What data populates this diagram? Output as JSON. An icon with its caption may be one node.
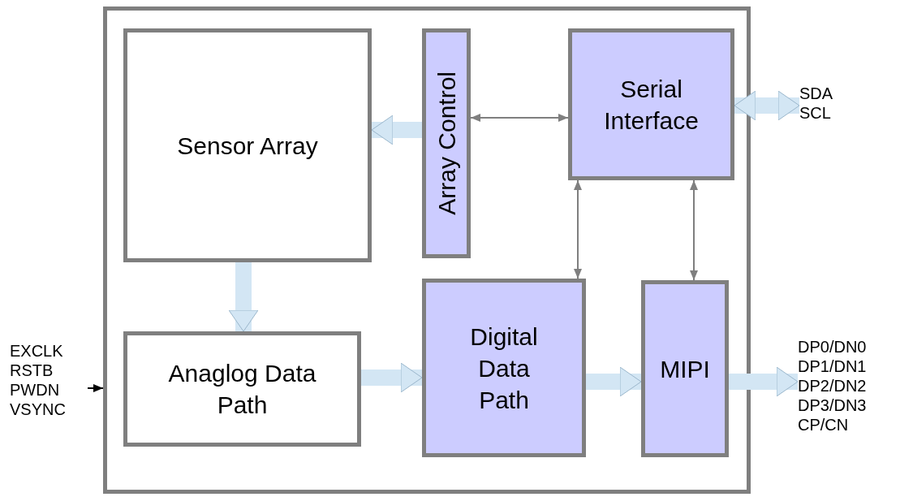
{
  "diagram": {
    "nodes": [
      {
        "text": [],
        "shape": "box"
      },
      {
        "text": [
          "Sensor Array"
        ],
        "in": 0
      },
      {
        "text": [
          "Array Control"
        ],
        "in": 0
      },
      {
        "text": [
          "Serial Interface"
        ],
        "in": 0
      },
      {
        "text": [
          "Anaglog Data Path"
        ],
        "in": 0
      },
      {
        "text": [
          "Digital Data Path"
        ],
        "in": 0
      },
      {
        "text": [
          "MIPI"
        ],
        "in": 0
      },
      {
        "text": [
          "EXCLK",
          "RSTB",
          "PWDN",
          "VSYNC"
        ]
      },
      {
        "text": [
          "SDA",
          "SCL"
        ]
      },
      {
        "text": [
          "DP0/DN0",
          "DP1/DN1",
          "DP2/DN2",
          "DP3/DN3",
          "CP/CN"
        ]
      }
    ],
    "edges": [
      {
        "from": 2,
        "to": 1,
        "arrow": "to"
      },
      {
        "from": 1,
        "to": 4,
        "arrow": "to"
      },
      {
        "from": 4,
        "to": 5,
        "arrow": "to"
      },
      {
        "from": 5,
        "to": 6,
        "arrow": "to"
      },
      {
        "from": 6,
        "to": 9,
        "arrow": "to"
      },
      {
        "from": 3,
        "to": 8,
        "arrow": "both"
      },
      {
        "from": 2,
        "to": 3,
        "arrow": "both",
        "color": "#7f7f7f"
      },
      {
        "from": 3,
        "to": 5,
        "arrow": "both",
        "color": "#7f7f7f"
      },
      {
        "from": 3,
        "to": 6,
        "arrow": "both",
        "color": "#7f7f7f"
      },
      {
        "from": 7,
        "to": 0,
        "arrow": "to",
        "color": "#000000"
      }
    ]
  }
}
